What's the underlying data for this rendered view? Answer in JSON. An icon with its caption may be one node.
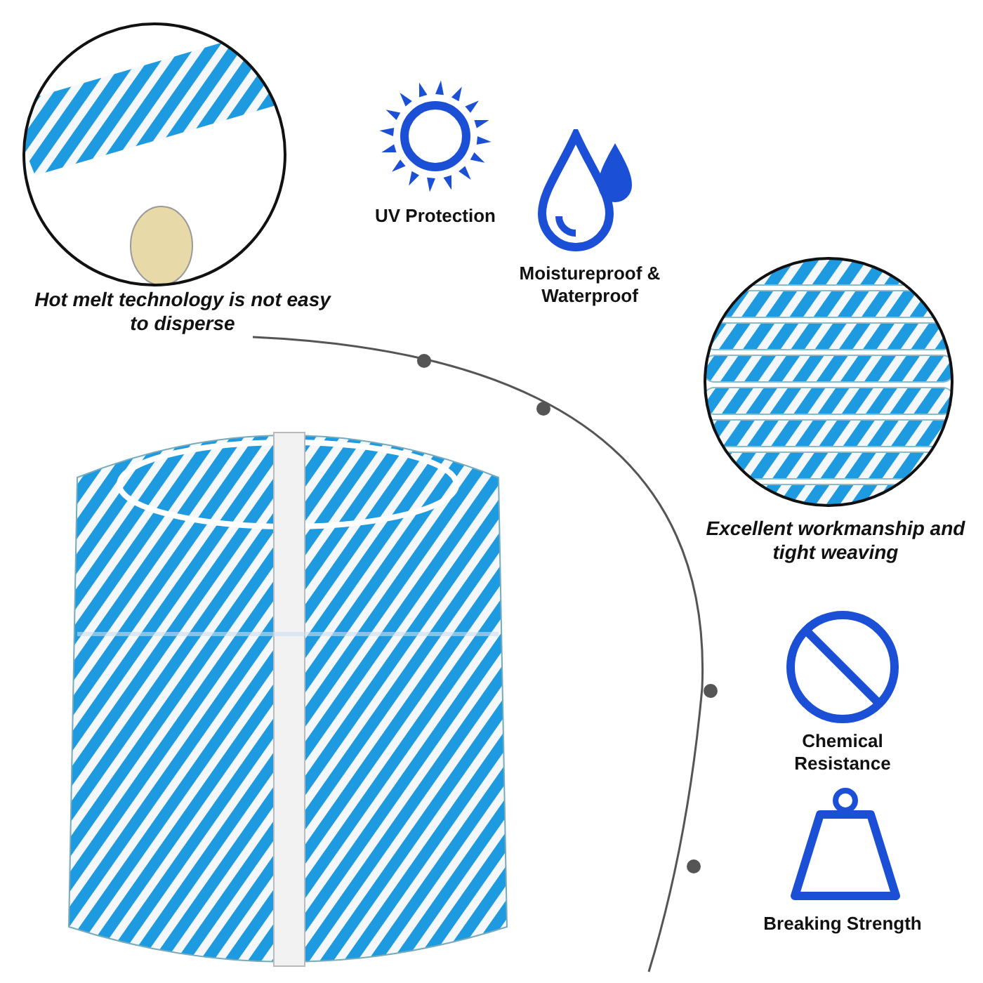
{
  "diagram": {
    "nodes": [
      {
        "text": [],
        "shape": "picture",
        "beside": [
          "Hot melt technology is not easy to disperse"
        ]
      },
      {
        "text": [],
        "shape": "picture",
        "beside": [
          "UV Protection"
        ]
      },
      {
        "text": [],
        "shape": "picture",
        "beside": [
          "Moistureproof & Waterproof"
        ]
      },
      {
        "text": [],
        "shape": "picture",
        "beside": [
          "Excellent workmanship and tight weaving"
        ]
      },
      {
        "text": [],
        "shape": "picture",
        "beside": [
          "Chemical Resistance"
        ]
      },
      {
        "text": [],
        "shape": "picture",
        "beside": [
          "Breaking Strength"
        ]
      },
      {
        "text": [],
        "shape": "picture"
      }
    ]
  }
}
